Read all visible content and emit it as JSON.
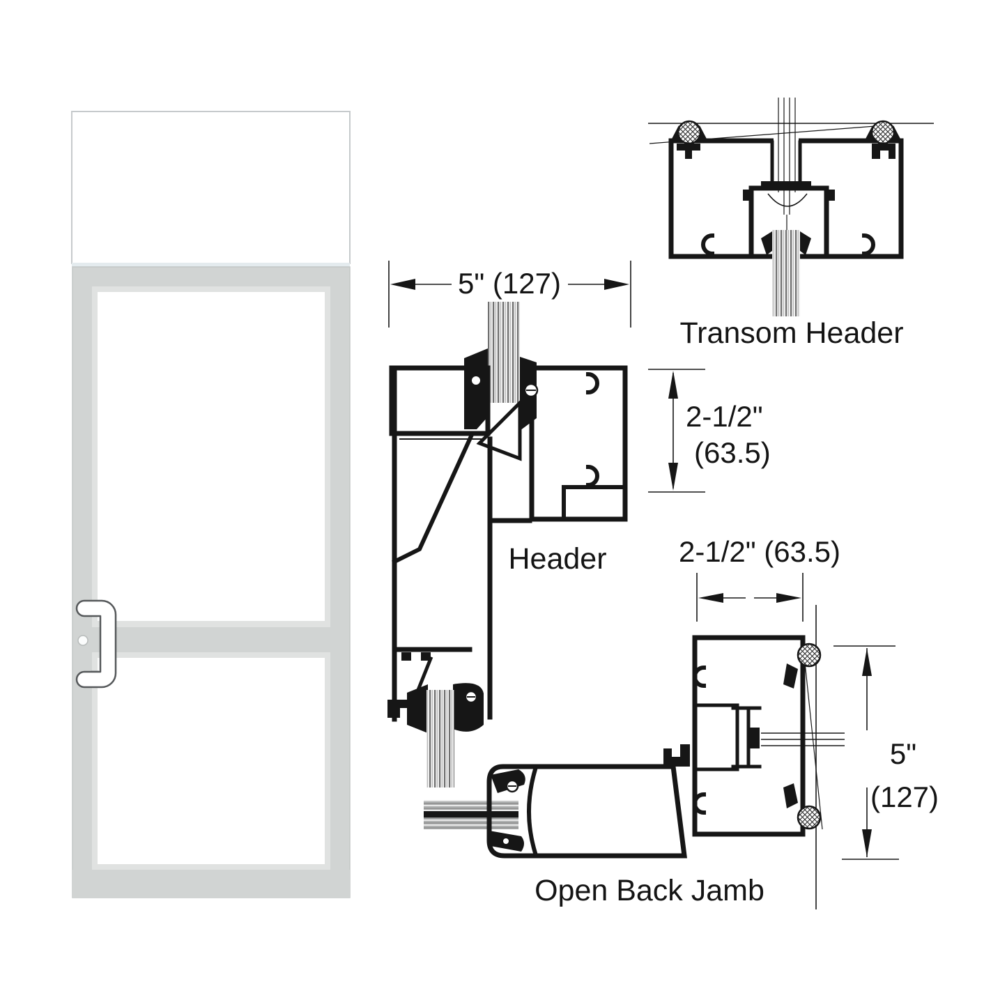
{
  "labels": {
    "transom_header": "Transom Header",
    "header": "Header",
    "open_back_jamb": "Open Back Jamb"
  },
  "dimensions": {
    "header_width": "5\" (127)",
    "header_height_inches": "2-1/2\"",
    "header_height_mm": "(63.5)",
    "jamb_width": "2-1/2\" (63.5)",
    "jamb_height_inches": "5\"",
    "jamb_height_mm": "(127)"
  },
  "colors": {
    "drawing_line": "#161616",
    "door_frame": "#d1d4d3",
    "door_frame_stop": "#e0e2e1",
    "glass": "#ffffff",
    "glass_hatch": "#6f6f6f"
  }
}
